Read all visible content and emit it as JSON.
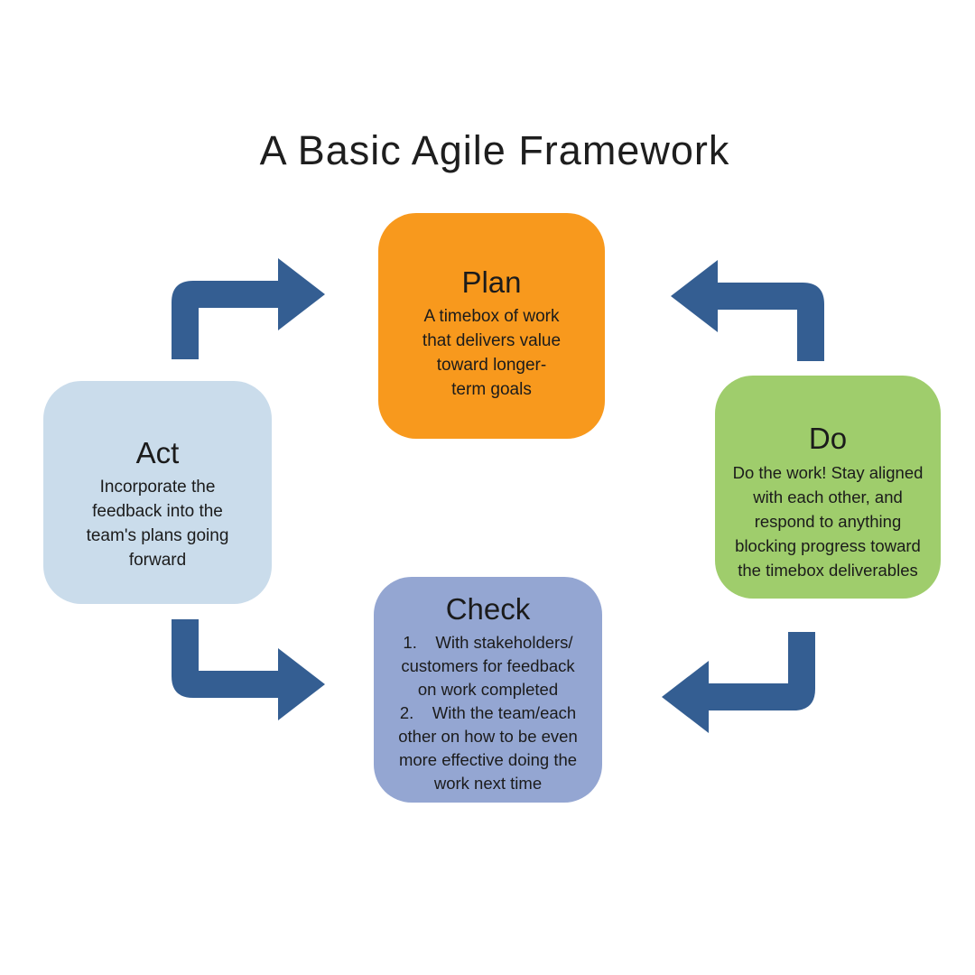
{
  "title": "A Basic Agile Framework",
  "colors": {
    "background": "#FFFFFF",
    "title_text": "#1E1E1E",
    "box_text": "#1B1B1B",
    "arrow": "#345E92",
    "plan": "#F8991D",
    "do": "#9FCD6C",
    "check": "#94A6D2",
    "act": "#CADCEB"
  },
  "boxes": [
    {
      "id": "plan",
      "label": "Plan",
      "color": "#F8991D",
      "body": "A timebox of work\nthat delivers value\ntoward longer-\nterm goals"
    },
    {
      "id": "do",
      "label": "Do",
      "color": "#9FCD6C",
      "body": "Do the work! Stay aligned\nwith each other, and\nrespond to anything\nblocking progress toward\nthe timebox deliverables"
    },
    {
      "id": "check",
      "label": "Check",
      "color": "#94A6D2",
      "body": "1.    With stakeholders/\ncustomers for feedback\non work completed\n2.    With the team/each\nother on how to be even\nmore effective doing the\nwork next time"
    },
    {
      "id": "act",
      "label": "Act",
      "color": "#CADCEB",
      "body": "Incorporate the\nfeedback into the\nteam's plans going\nforward"
    }
  ],
  "arrows": [
    {
      "name": "elbow-arrow-act-to-plan",
      "shape": "up-then-right"
    },
    {
      "name": "elbow-arrow-do-to-plan",
      "shape": "up-then-left"
    },
    {
      "name": "elbow-arrow-do-to-check",
      "shape": "down-then-left"
    },
    {
      "name": "elbow-arrow-act-to-check",
      "shape": "down-then-right"
    }
  ]
}
